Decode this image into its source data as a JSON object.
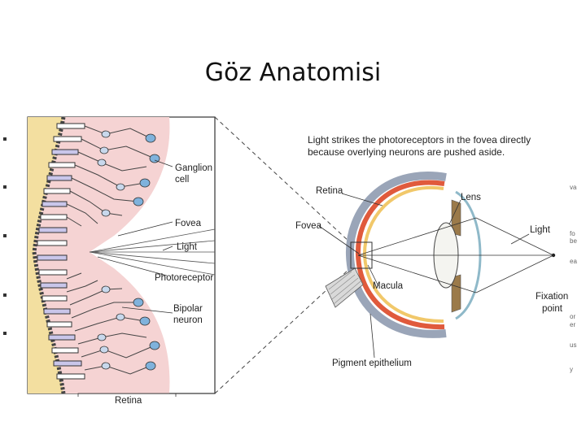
{
  "slide": {
    "title": "Göz Anatomisi"
  },
  "retina_panel": {
    "labels": {
      "ganglion": [
        "Ganglion",
        "cell"
      ],
      "fovea": "Fovea",
      "light": "Light",
      "photoreceptor": "Photoreceptor",
      "bipolar": [
        "Bipolar",
        "neuron"
      ],
      "retina": "Retina"
    }
  },
  "eye_panel": {
    "caption": [
      "Light strikes the photoreceptors in the fovea directly",
      "because overlying neurons are pushed aside."
    ],
    "labels": {
      "retina": "Retina",
      "lens": "Lens",
      "fovea": "Fovea",
      "light": "Light",
      "macula": "Macula",
      "fixation": [
        "Fixation",
        "point"
      ],
      "pigment": "Pigment epithelium"
    }
  },
  "edge_fragments": [
    "va",
    "fo",
    "be",
    "ea",
    "or",
    "er",
    "us",
    "y"
  ]
}
